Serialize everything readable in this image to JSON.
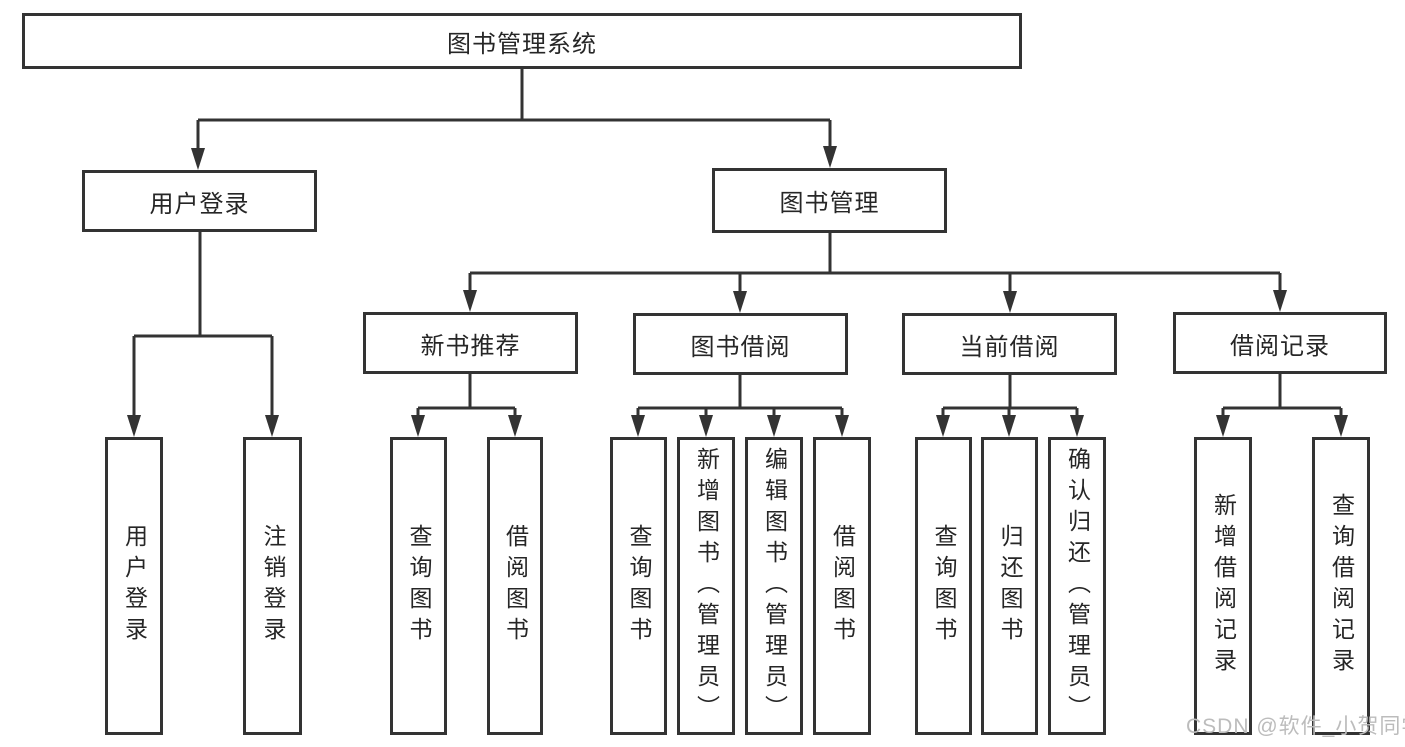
{
  "title": "图书管理系统",
  "colors": {
    "line": "#333333",
    "box_border": "#333333",
    "text": "#262626",
    "box_background": "#ffffff",
    "page_background": "#ffffff",
    "watermark": "#bcbcbc"
  },
  "tree": {
    "label": "图书管理系统",
    "children": [
      {
        "label": "用户登录",
        "children": [
          {
            "label": "用户登录"
          },
          {
            "label": "注销登录"
          }
        ]
      },
      {
        "label": "图书管理",
        "children": [
          {
            "label": "新书推荐",
            "children": [
              {
                "label": "查询图书"
              },
              {
                "label": "借阅图书"
              }
            ]
          },
          {
            "label": "图书借阅",
            "children": [
              {
                "label": "查询图书"
              },
              {
                "label": "新增图书（管理员）"
              },
              {
                "label": "编辑图书（管理员）"
              },
              {
                "label": "借阅图书"
              }
            ]
          },
          {
            "label": "当前借阅",
            "children": [
              {
                "label": "查询图书"
              },
              {
                "label": "归还图书"
              },
              {
                "label": "确认归还（管理员）"
              }
            ]
          },
          {
            "label": "借阅记录",
            "children": [
              {
                "label": "新增借阅记录"
              },
              {
                "label": "查询借阅记录"
              }
            ]
          }
        ]
      }
    ]
  },
  "watermark": {
    "text": "CSDN @软件_小贺同学"
  }
}
